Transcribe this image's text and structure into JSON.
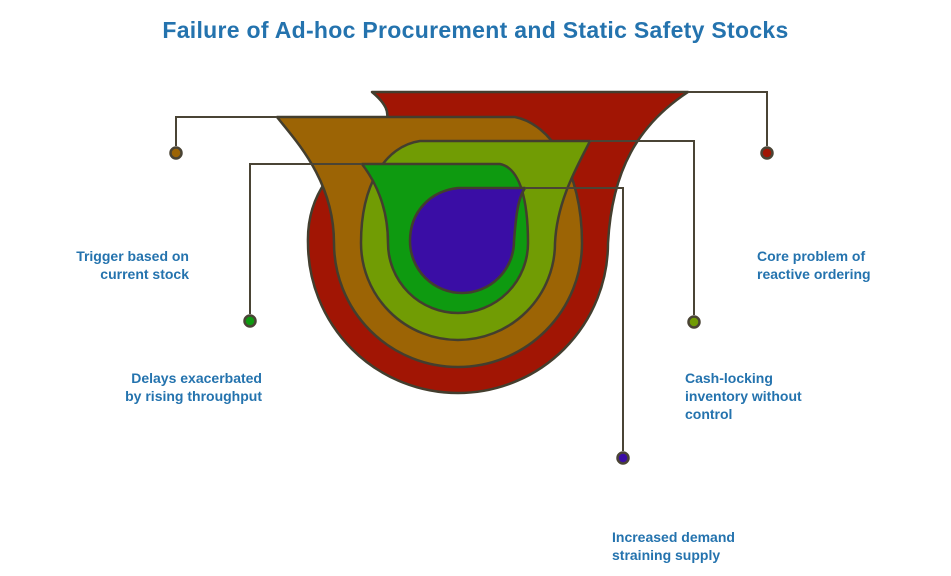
{
  "title": {
    "text": "Failure of Ad-hoc Procurement and Static Safety Stocks",
    "color": "#2473ae"
  },
  "colors": {
    "layer_red": "#a11504",
    "layer_orange": "#9c6405",
    "layer_olive": "#719c04",
    "layer_green": "#0e9a10",
    "layer_purple": "#3a0da5",
    "connector_stroke": "#4a4435",
    "label_text": "#2473ae"
  },
  "labels": {
    "trigger": {
      "text": "Trigger based on\ncurrent stock"
    },
    "delays": {
      "text": "Delays exacerbated\nby rising throughput"
    },
    "core": {
      "text": "Core problem of\nreactive ordering"
    },
    "cash": {
      "text": "Cash-locking\ninventory without\ncontrol"
    },
    "demand": {
      "text": "Increased demand\nstraining supply"
    }
  }
}
